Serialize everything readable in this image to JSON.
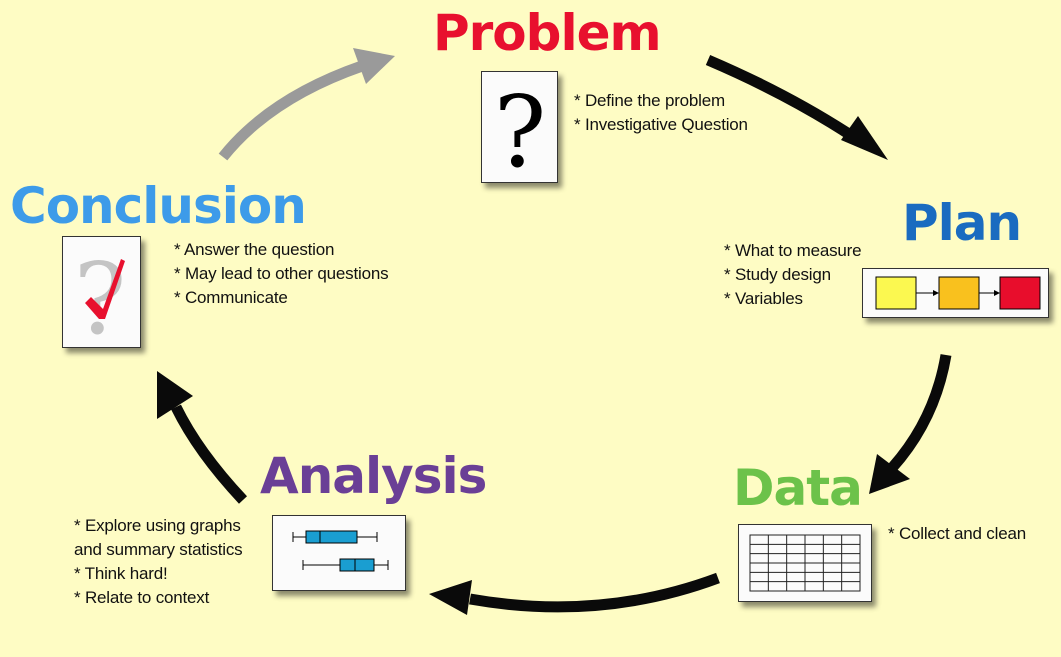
{
  "cycle": {
    "problem": {
      "title": "Problem",
      "color": "#e8102e",
      "bullets": [
        "* Define the problem",
        "* Investigative Question"
      ],
      "icon": "question-mark-icon"
    },
    "plan": {
      "title": "Plan",
      "color": "#1a6bc0",
      "bullets": [
        "* What to measure",
        "* Study design",
        "* Variables"
      ],
      "icon": "flowchart-icon"
    },
    "data": {
      "title": "Data",
      "color": "#6cc24a",
      "bullets": [
        "* Collect and clean"
      ],
      "icon": "spreadsheet-icon"
    },
    "analysis": {
      "title": "Analysis",
      "color": "#6a3f96",
      "bullets": [
        "* Explore using graphs",
        "and summary statistics",
        "* Think hard!",
        "* Relate to context"
      ],
      "icon": "boxplot-icon"
    },
    "conclusion": {
      "title": "Conclusion",
      "color": "#3d9be9",
      "bullets": [
        "* Answer the question",
        "* May lead to other questions",
        "* Communicate"
      ],
      "icon": "question-check-icon"
    }
  },
  "colors": {
    "background": "#fefcc4",
    "arrow": "#0a0a0a",
    "arrow_muted": "#9a9a9a",
    "check": "#e8102e",
    "boxplot_fill": "#1a9ed1",
    "flow_boxes": [
      "#fbf850",
      "#f9c11e",
      "#e80d2c"
    ]
  }
}
